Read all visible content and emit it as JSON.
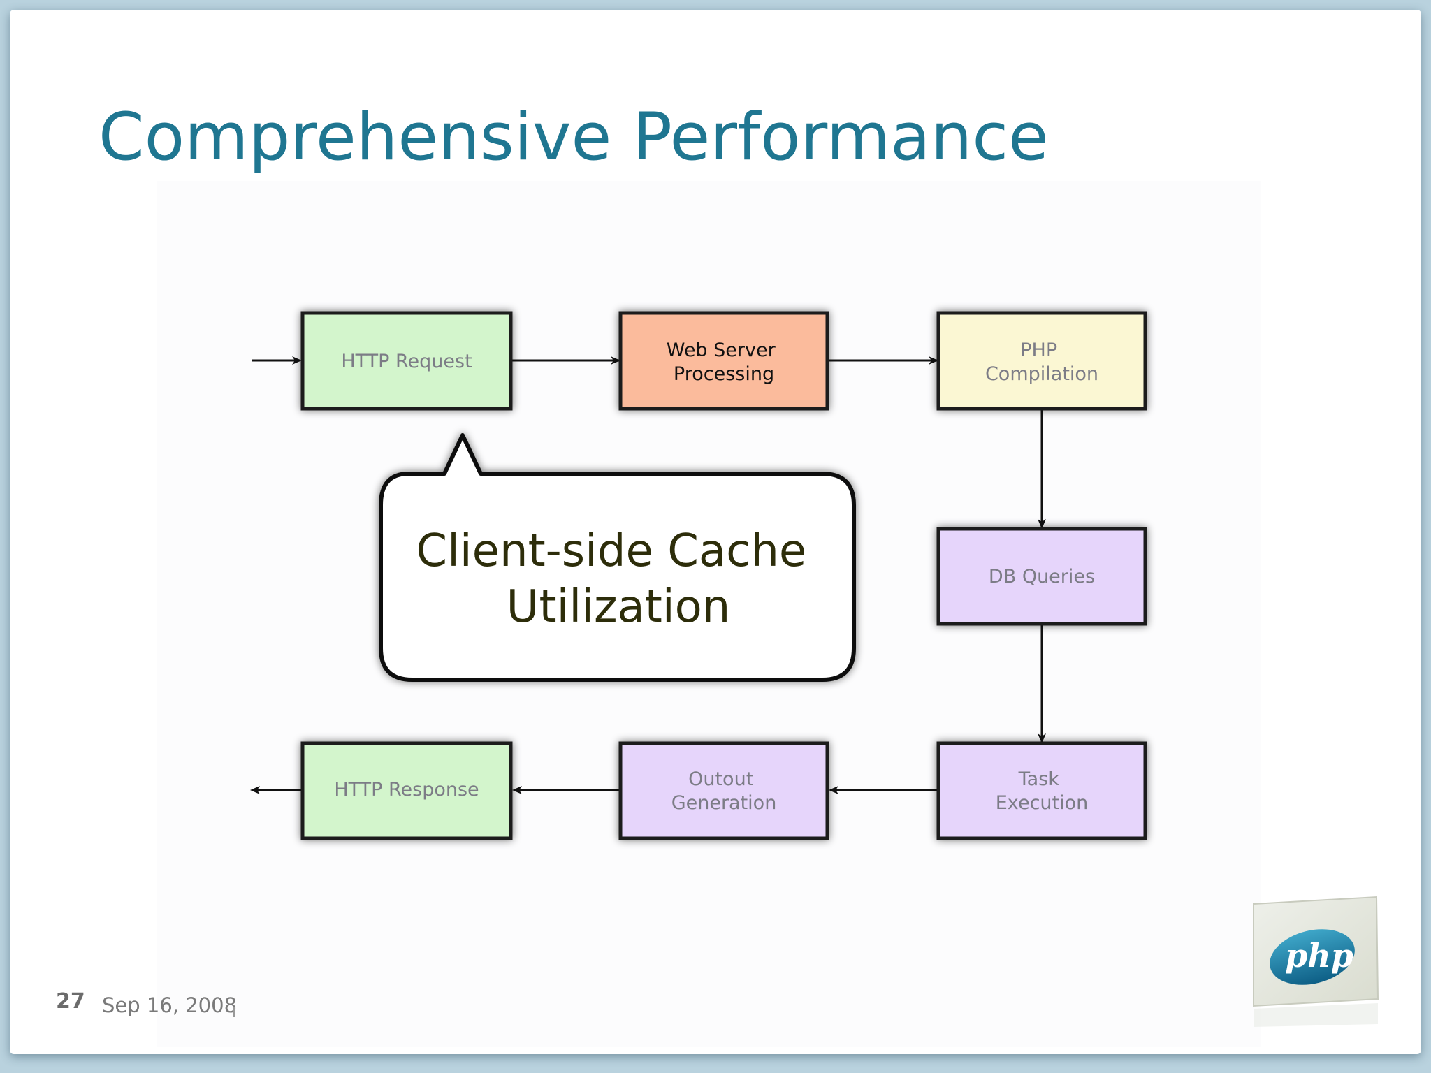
{
  "slide": {
    "title": "Comprehensive Performance",
    "number": "27",
    "date": "Sep 16, 2008"
  },
  "diagram": {
    "nodes": {
      "http_request": [
        "HTTP Request"
      ],
      "web_server": [
        "Web Server",
        "Processing"
      ],
      "php_compilation": [
        "PHP",
        "Compilation"
      ],
      "db_queries": [
        "DB Queries"
      ],
      "task_execution": [
        "Task",
        "Execution"
      ],
      "output_generation": [
        "Outout",
        "Generation"
      ],
      "http_response": [
        "HTTP Response"
      ]
    },
    "callout": [
      "Client-side Cache",
      "Utilization"
    ],
    "colors": {
      "green": "#d3f5cc",
      "salmon": "#fbbb9c",
      "cream": "#fbf7d3",
      "lavender": "#e6d5fb",
      "title": "#1f7691"
    }
  },
  "logo": {
    "icon": "zend-php-logo-icon",
    "text": "php"
  }
}
